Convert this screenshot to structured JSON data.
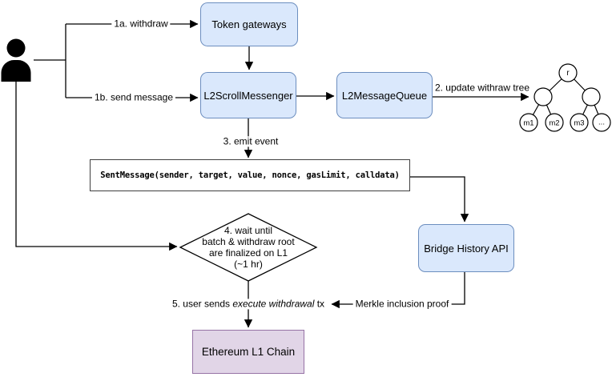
{
  "diagram": {
    "title_hint": "Scroll L2 to L1 withdrawal flow",
    "nodes": {
      "token_gateways": {
        "label": "Token gateways"
      },
      "l2_scroll_messenger": {
        "label": "L2ScrollMessenger"
      },
      "l2_message_queue": {
        "label": "L2MessageQueue"
      },
      "sent_message": {
        "label": "SentMessage(sender, target, value, nonce, gasLimit, calldata)"
      },
      "bridge_history_api": {
        "label": "Bridge History API"
      },
      "wait_diamond": {
        "lines": [
          "4. wait until",
          "batch & withdraw root",
          "are finalized on L1",
          "(~1 hr)"
        ]
      },
      "ethereum_l1": {
        "label": "Ethereum L1 Chain"
      }
    },
    "edges": {
      "withdraw": {
        "label": "1a. withdraw"
      },
      "send_message": {
        "label": "1b. send message"
      },
      "update_tree": {
        "label": "2. update withraw tree"
      },
      "emit_event": {
        "label": "3. emit event"
      },
      "merkle_proof": {
        "label": "Merkle inclusion proof"
      },
      "execute_tx": {
        "prefix": "5. user sends ",
        "italic": "execute withdrawal",
        "suffix": " tx"
      }
    },
    "merkle_tree": {
      "root": "r",
      "leaves": [
        "m1",
        "m2",
        "m3",
        "..."
      ]
    },
    "colors": {
      "node_fill": "#dae8fc",
      "node_border": "#6c8ebf",
      "l1_fill": "#e1d5e7",
      "l1_border": "#9673a6",
      "event_border": "#3f3f3f",
      "line": "#000000",
      "actor": "#000000"
    }
  }
}
